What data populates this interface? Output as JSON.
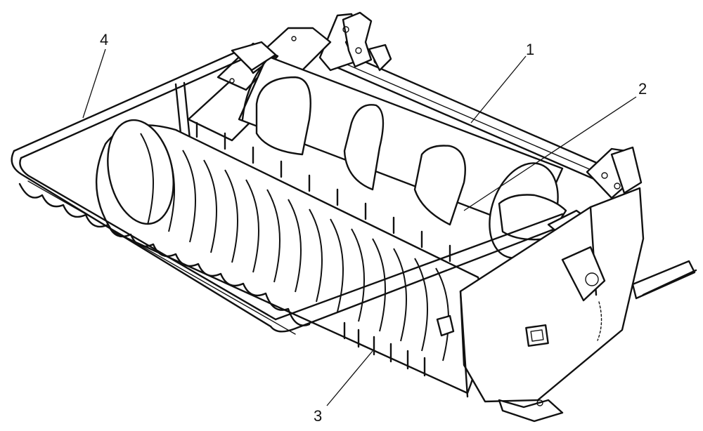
{
  "diagram": {
    "callouts": [
      {
        "id": "1",
        "label": "1"
      },
      {
        "id": "2",
        "label": "2"
      },
      {
        "id": "3",
        "label": "3"
      },
      {
        "id": "4",
        "label": "4"
      }
    ],
    "ink_color": "#111111",
    "background_color": "#ffffff"
  }
}
